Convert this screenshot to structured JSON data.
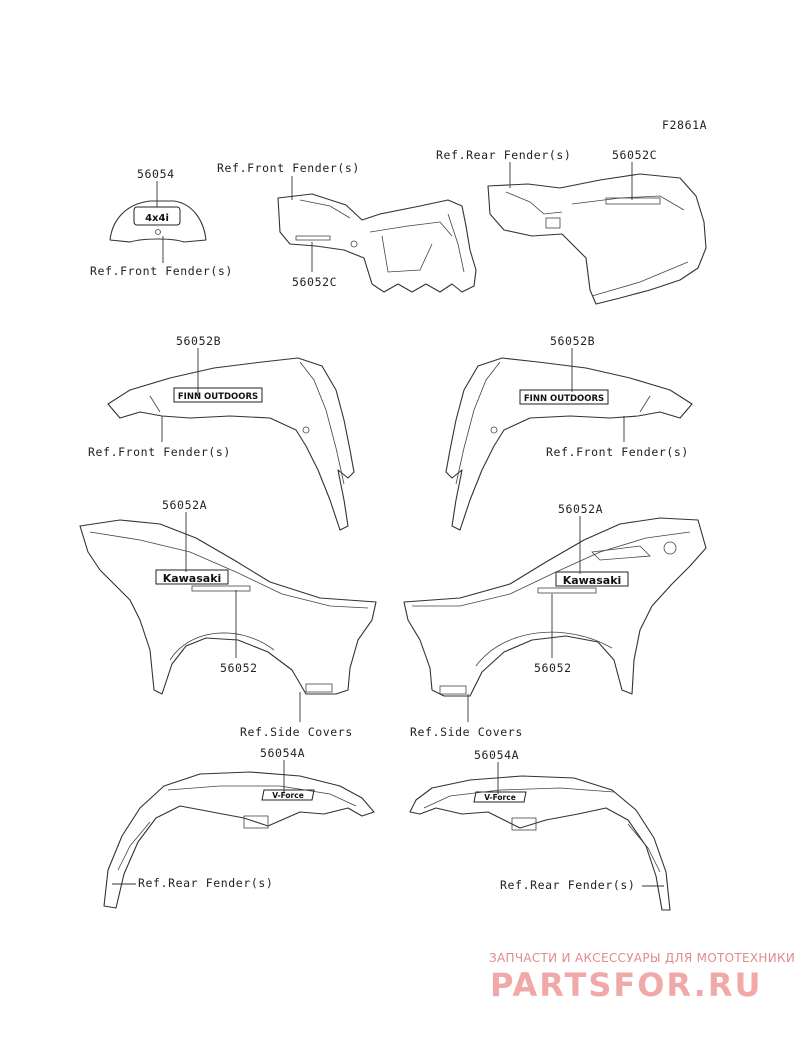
{
  "figure_code": "F2861A",
  "labels": {
    "p56054": "56054",
    "ref_front_fender_1": "Ref.Front Fender(s)",
    "ref_front_fender_2": "Ref.Front Fender(s)",
    "p56052c_1": "56052C",
    "ref_rear_fender_1": "Ref.Rear Fender(s)",
    "p56052c_2": "56052C",
    "p56052b_left": "56052B",
    "p56052b_right": "56052B",
    "ref_front_fender_3": "Ref.Front Fender(s)",
    "ref_front_fender_4": "Ref.Front Fender(s)",
    "p56052a_left": "56052A",
    "p56052a_right": "56052A",
    "p56052_left": "56052",
    "p56052_right": "56052",
    "ref_side_covers_left": "Ref.Side Covers",
    "ref_side_covers_right": "Ref.Side Covers",
    "p56054a_left": "56054A",
    "p56054a_right": "56054A",
    "ref_rear_fender_2": "Ref.Rear Fender(s)",
    "ref_rear_fender_3": "Ref.Rear Fender(s)"
  },
  "decals": {
    "badge_4x4": "4x4i",
    "finn_outdoors": "FINN OUTDOORS",
    "kawasaki": "Kawasaki",
    "vforce": "V-Force"
  },
  "watermark": {
    "line1": "ЗАПЧАСТИ И АКСЕССУАРЫ ДЛЯ МОТОТЕХНИКИ",
    "line2": "PARTSFOR.RU"
  }
}
